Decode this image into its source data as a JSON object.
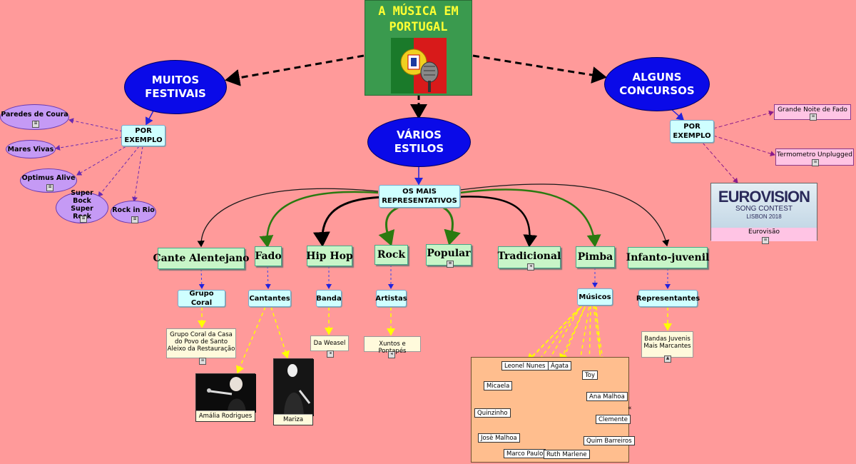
{
  "title": "A MÚSICA EM PORTUGAL",
  "title_lines": [
    "A MÚSICA EM",
    "PORTUGAL"
  ],
  "branches": {
    "festivais": {
      "label": "MUITOS FESTIVAIS",
      "lines": [
        "MUITOS",
        "FESTIVAIS"
      ],
      "link": "POR EXEMPLO",
      "items": [
        "Paredes de Coura",
        "Mares Vivas",
        "Optimus Alive",
        "Super Bock Super Rock",
        "Rock in Rio"
      ]
    },
    "concursos": {
      "label": "ALGUNS CONCURSOS",
      "lines": [
        "ALGUNS",
        "CONCURSOS"
      ],
      "link": "POR EXEMPLO",
      "items": [
        "Grande Noite de Fado",
        "Termometro Unplugged"
      ],
      "eurovision": {
        "logo": "EUROVISION",
        "sub": "SONG CONTEST",
        "sub2": "LISBON 2018",
        "caption": "Eurovisão"
      }
    },
    "estilos": {
      "label": "VÁRIOS ESTILOS",
      "lines": [
        "VÁRIOS",
        "ESTILOS"
      ],
      "link": "OS MAIS REPRESENTATIVOS"
    }
  },
  "styles": [
    {
      "name": "Cante Alentejano",
      "link": "Grupo Coral",
      "example": "Grupo Coral da Casa do Povo de Santo Aleixo da Restauração"
    },
    {
      "name": "Fado",
      "link": "Cantantes",
      "examples": [
        "Amália Rodrigues",
        "Mariza"
      ]
    },
    {
      "name": "Hip Hop",
      "link": "Banda",
      "example": "Da Weasel"
    },
    {
      "name": "Rock",
      "link": "Artistas",
      "example": "Xuntos e Pontapés"
    },
    {
      "name": "Popular"
    },
    {
      "name": "Tradicional"
    },
    {
      "name": "Pimba",
      "link": "Músicos",
      "musicians": [
        "Leonel Nunes",
        "Ágata",
        "Micaela",
        "Toy",
        "Ana Malhoa",
        "Quinzinho",
        "Clemente",
        "Josè Malhoa",
        "Quim Barreiros",
        "Marco Paulo",
        "Ruth Marlene"
      ]
    },
    {
      "name": "Infanto-juvenil",
      "link": "Representantes",
      "example": "Bandas Juvenis Mais Marcantes"
    }
  ],
  "colors": {
    "background": "#ff9a9a",
    "ellipse": "#0a0ae8",
    "title_box": "#3a9a4e",
    "title_text": "#ffff33",
    "style_box": "#c8f5c8",
    "sub_box": "#cfffff",
    "festival": "#c59af5",
    "contest": "#ffc4e4",
    "musicos_panel": "#ffbe8e"
  }
}
